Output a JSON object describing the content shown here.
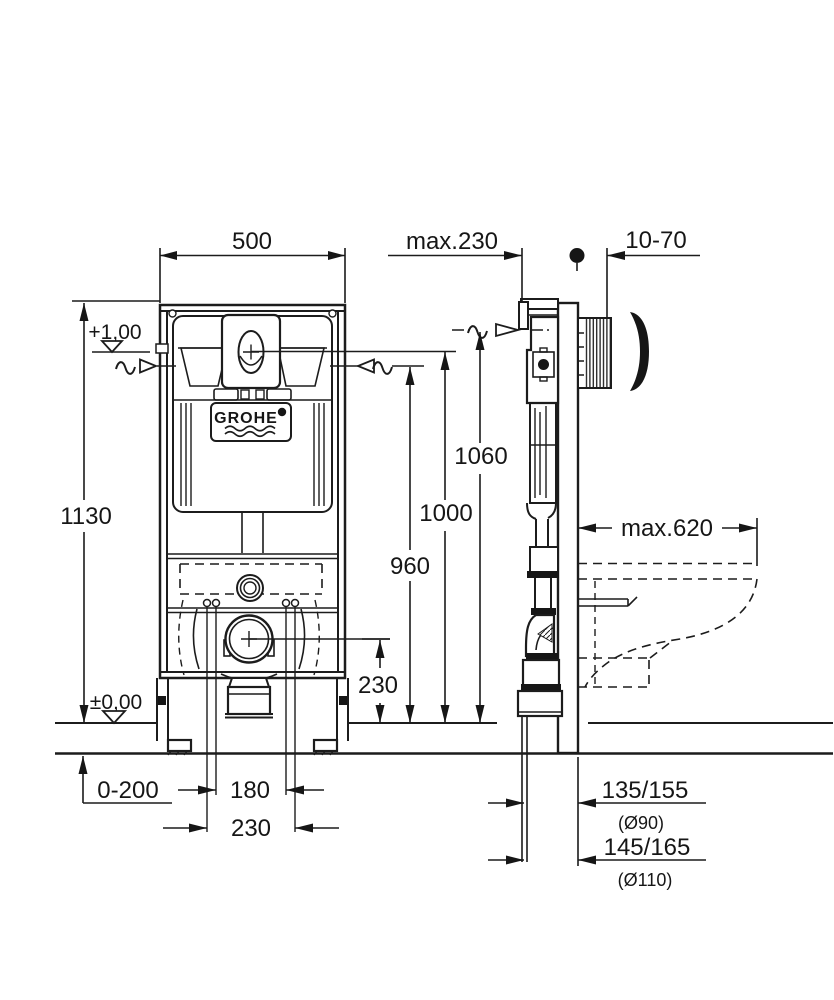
{
  "drawing": {
    "brand": "GROHE",
    "colors": {
      "line": "#1c1c1c",
      "background": "#ffffff",
      "fill_dark": "#161616"
    },
    "labels": {
      "frame_width": "500",
      "top_offset_max": "max.230",
      "wall_thickness_range": "10-70",
      "frame_height": "1130",
      "level_plus": "+1,00",
      "level_zero": "±0,00",
      "height_1060": "1060",
      "height_1000": "1000",
      "height_960": "960",
      "drain_center_height": "230",
      "depth_max": "max.620",
      "foot_adjust_range": "0-200",
      "bolt_spacing": "180",
      "pipe_spacing": "230",
      "drain_offset_90": "135/155",
      "drain_dia_90": "(Ø90)",
      "drain_offset_110": "145/165",
      "drain_dia_110": "(Ø110)"
    }
  }
}
